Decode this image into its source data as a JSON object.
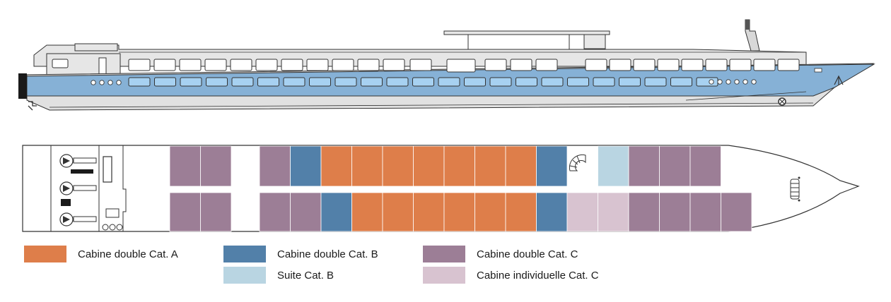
{
  "colors": {
    "cat_a": "#de7e4a",
    "cat_b": "#5280a9",
    "cat_c": "#9c7e96",
    "suite_b": "#b9d5e2",
    "single_c": "#d8c3d0",
    "hull_blue": "#86b1d6",
    "hull_grey": "#e1e1e1",
    "window_blue": "#a7d1f1",
    "outline": "#333333"
  },
  "legend": {
    "cat_a": "Cabine double Cat. A",
    "cat_b": "Cabine double Cat. B",
    "cat_c": "Cabine double Cat. C",
    "suite_b": "Suite Cat. B",
    "single_c": "Cabine individuelle Cat. C"
  },
  "deck": {
    "top_row": [
      "cat_c",
      "cat_c",
      "gap",
      "cat_c",
      "cat_b",
      "cat_a",
      "cat_a",
      "cat_a",
      "cat_a",
      "cat_a",
      "cat_a",
      "cat_a",
      "cat_b",
      "stair",
      "suite_b",
      "cat_c",
      "cat_c",
      "cat_c"
    ],
    "bottom_row": [
      "cat_c",
      "cat_c",
      "gap",
      "cat_c",
      "cat_c",
      "cat_b",
      "cat_a",
      "cat_a",
      "cat_a",
      "cat_a",
      "cat_a",
      "cat_a",
      "cat_b",
      "single_c",
      "single_c",
      "cat_c",
      "cat_c",
      "cat_c",
      "cat_c"
    ]
  }
}
